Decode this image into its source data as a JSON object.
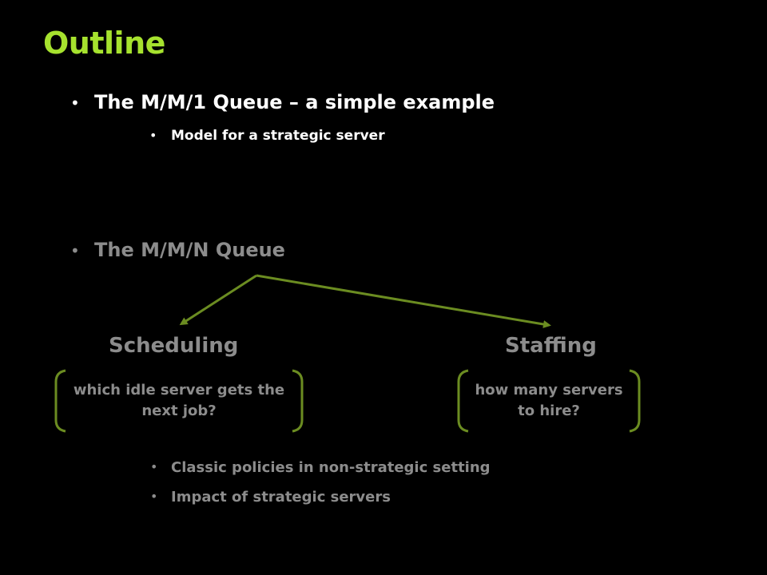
{
  "slide": {
    "title": "Outline",
    "bullet_symbol": "•",
    "bullets": [
      {
        "text": "The  M/M/1 Queue – a simple example",
        "sub": [
          {
            "text": "Model for a strategic server"
          }
        ]
      },
      {
        "text": "The M/M/N Queue"
      }
    ],
    "branches": {
      "scheduling": {
        "label": "Scheduling",
        "description": "which idle server gets the next job?"
      },
      "staffing": {
        "label": "Staffing",
        "description": "how many servers to hire?"
      }
    },
    "bottom_bullets": [
      {
        "text": "Classic policies in non-strategic setting"
      },
      {
        "text": "Impact of strategic servers"
      }
    ]
  },
  "colors": {
    "background": "#000000",
    "title": "#a6e22e",
    "primary_text": "#ffffff",
    "muted_text": "#8c8c8c",
    "accent_line": "#6b8c21"
  }
}
